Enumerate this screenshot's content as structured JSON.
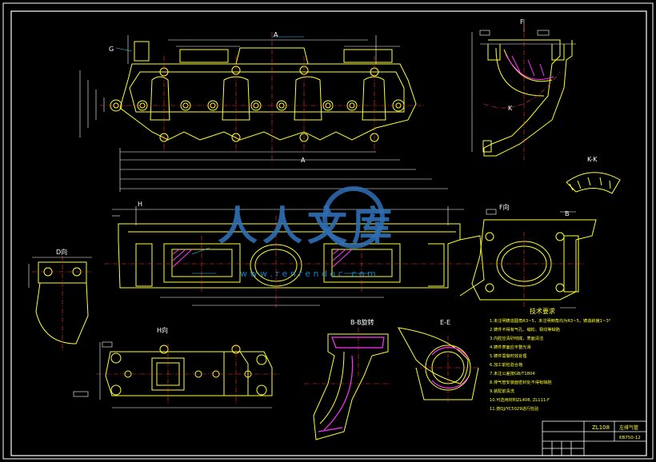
{
  "colors": {
    "background": "#000000",
    "frame": "#ffffff",
    "geometry": "#ffff33",
    "dimension": "#ffffff",
    "centerline": "#ff3030",
    "hatch": "#ff33ff",
    "leader": "#33ccff",
    "watermark_main": "#2f6fb5",
    "watermark_accent": "#1a8cd8"
  },
  "section_labels": {
    "a_top": "A",
    "a_bottom": "A",
    "g": "G",
    "f_top": "F",
    "k": "K",
    "kk": "K-K",
    "h": "H",
    "b": "B",
    "f_view": "F向",
    "d_view": "D向",
    "h_view": "H向",
    "bb": "B-B旋转",
    "ee": "E-E"
  },
  "notes": {
    "heading": "技术要求",
    "items": [
      "1.未注明铸造圆角R3~5，未注明倒角均为R3~5，铸造斜度1~3°",
      "2.铸件不得有气孔、缩松、裂纹等缺陷",
      "3.内腔应清砂彻底，表面清洁",
      "4.铸件表面应平整光滑",
      "5.铸件需做时效处理",
      "6.加工前检验合格",
      "7.未注公差按GB/T1804",
      "8.排气管安装面密封处不得有缺陷",
      "9.装配前清洗",
      "10.可选用材料ZL408, ZL111-F",
      "11.按QJ/YC5029进行检验"
    ]
  },
  "title_block": {
    "part_code": "ZL108",
    "part_name": "左排气管",
    "drawing_no": "6B750-12"
  },
  "watermark": {
    "text": "人人文库",
    "url": "w w w . r e n r e n d o c . c o m"
  }
}
